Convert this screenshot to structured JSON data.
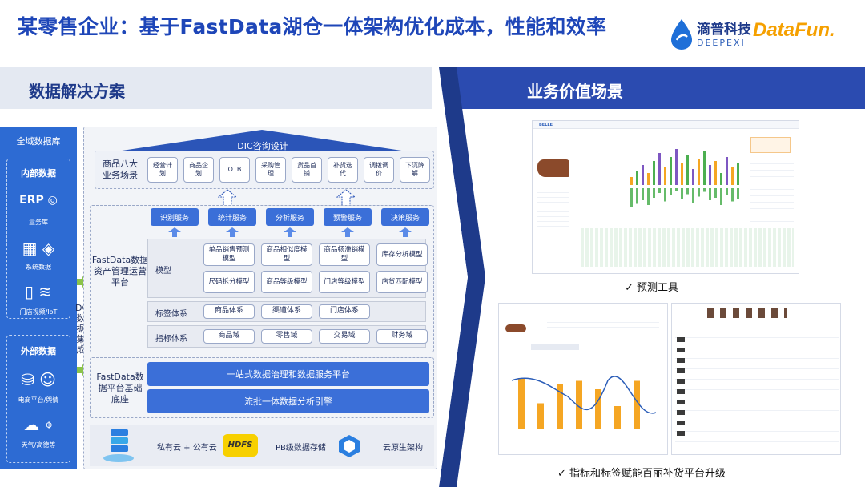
{
  "title": "某零售企业：基于FastData湖仓一体架构优化成本，性能和效率",
  "logos": {
    "deepexi_cn": "滴普科技",
    "deepexi_en": "DEEPEXI",
    "datafun": "DataFun."
  },
  "left_header": "数据解决方案",
  "right_header": "业务价值场景",
  "sidebar": {
    "title": "全域数据库",
    "internal": "内部数据",
    "external": "外部数据",
    "items": [
      "业务库",
      "系统数据",
      "门店视频/IoT",
      "电商平台/舆情",
      "天气/高德等"
    ]
  },
  "dct_label": "DCT数据集成",
  "dic": {
    "title": "DIC咨询设计",
    "label": "商品八大业务场景",
    "items": [
      "经营计划",
      "商品企划",
      "OTB",
      "采购管理",
      "货品首铺",
      "补货迭代",
      "调拨调价",
      "下沉降解"
    ]
  },
  "asset": {
    "label": "FastData数据资产管理运营平台",
    "services": [
      "识别服务",
      "统计服务",
      "分析服务",
      "预警服务",
      "决策服务"
    ],
    "model_label": "模型",
    "models": [
      "单品销售预测模型",
      "商品相似度模型",
      "商品畅滞销模型",
      "库存分析模型",
      "尺码拆分模型",
      "商品等级模型",
      "门店等级模型",
      "店货匹配模型"
    ],
    "tag_label": "标签体系",
    "tags": [
      "商品体系",
      "渠道体系",
      "门店体系"
    ],
    "index_label": "指标体系",
    "indexes": [
      "商品域",
      "零售域",
      "交易域",
      "财务域"
    ]
  },
  "base": {
    "label": "FastData数据平台基础底座",
    "bars": [
      "一站式数据治理和数据服务平台",
      "流批一体数据分析引擎"
    ]
  },
  "infra": {
    "items": [
      "私有云 + 公有云",
      "PB级数据存储",
      "云原生架构"
    ],
    "hdfs": "HDFS"
  },
  "scenes": {
    "check": "✓",
    "s1": "预测工具",
    "s2": "指标和标签赋能百丽补货平台升级"
  },
  "chart1_bars": [
    0.2,
    0.35,
    0.5,
    0.3,
    0.6,
    0.8,
    0.45,
    0.7,
    0.9,
    0.55,
    0.75,
    0.4,
    0.65,
    0.85,
    0.5,
    0.6,
    0.3,
    0.7,
    0.45,
    0.55
  ],
  "chart2_bars": [
    0.9,
    0.45,
    0.8,
    0.85,
    0.7,
    0.4,
    0.85
  ]
}
